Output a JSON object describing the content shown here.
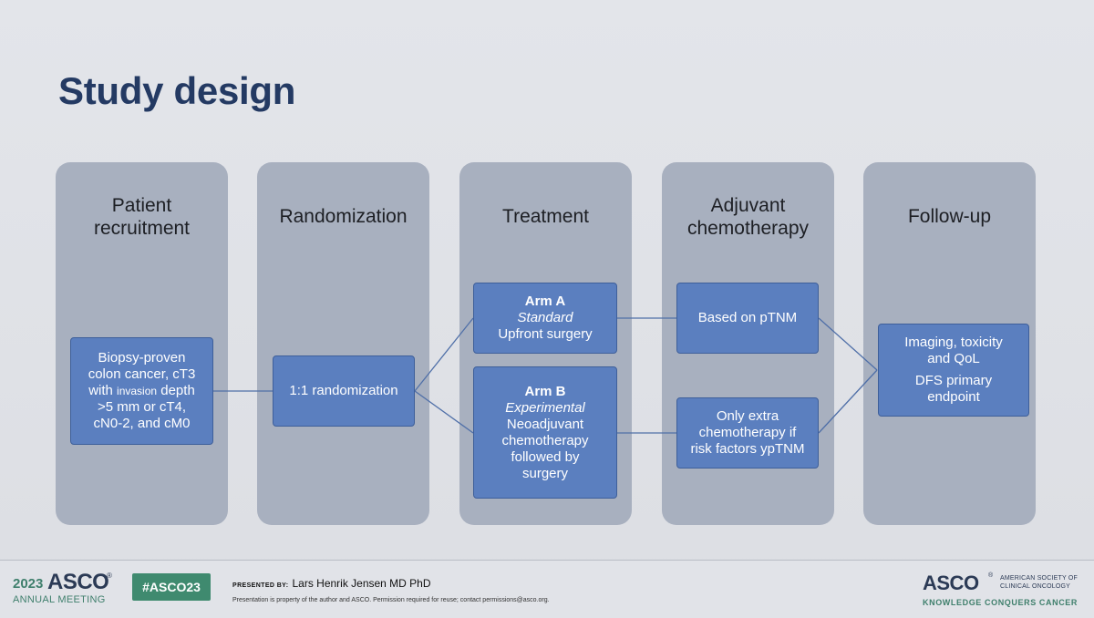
{
  "slide": {
    "title": "Study design"
  },
  "columns": [
    {
      "title": "Patient\nrecruitment"
    },
    {
      "title": "Randomization"
    },
    {
      "title": "Treatment"
    },
    {
      "title": "Adjuvant\nchemotherapy"
    },
    {
      "title": "Follow-up"
    }
  ],
  "boxes": {
    "recruitment": {
      "line1": "Biopsy-proven",
      "line2": "colon cancer, cT3",
      "line3_prefix": "with",
      "line3_small": "invasion",
      "line3_suffix": "depth",
      "line4": ">5 mm or cT4,",
      "line5": "cN0-2, and cM0"
    },
    "randomization": {
      "text": "1:1 randomization"
    },
    "arm_a": {
      "name": "Arm A",
      "label": "Standard",
      "desc": "Upfront surgery"
    },
    "arm_b": {
      "name": "Arm B",
      "label": "Experimental",
      "line1": "Neoadjuvant",
      "line2": "chemotherapy",
      "line3": "followed by",
      "line4": "surgery"
    },
    "adjuvant_a": {
      "text": "Based on pTNM"
    },
    "adjuvant_b": {
      "line1": "Only extra",
      "line2": "chemotherapy if",
      "line3": "risk factors ypTNM"
    },
    "followup": {
      "line1": "Imaging, toxicity",
      "line2": "and QoL",
      "line3": "DFS primary",
      "line4": "endpoint"
    }
  },
  "colors": {
    "title": "#243a63",
    "column_bg": "#a8b0bf",
    "box_bg": "#5b7fbf",
    "connector": "#4f6fa8",
    "footer_green": "#3f8a6f"
  },
  "footer": {
    "year": "2023",
    "asco": "ASCO",
    "registered": "®",
    "annual_meeting": "ANNUAL MEETING",
    "hashtag": "#ASCO23",
    "presented_by_label": "PRESENTED BY:",
    "presenter": "Lars Henrik Jensen MD PhD",
    "property_notice": "Presentation is property of the author and ASCO. Permission required for reuse; contact permissions@asco.org.",
    "society": "AMERICAN SOCIETY OF\nCLINICAL ONCOLOGY",
    "tagline": "KNOWLEDGE CONQUERS CANCER"
  }
}
